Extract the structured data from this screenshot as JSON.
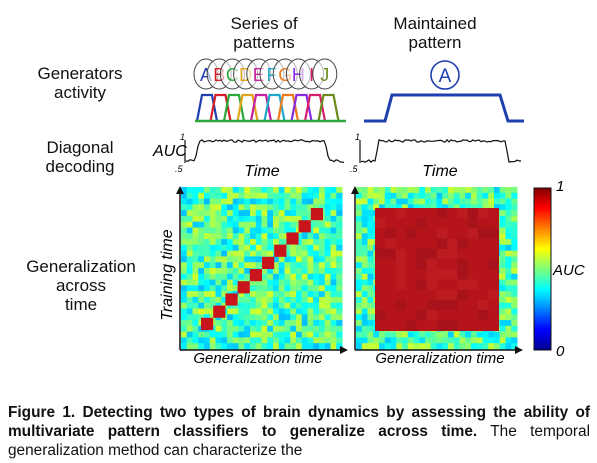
{
  "figure": {
    "row_labels": {
      "generators": [
        "Generators",
        "activity"
      ],
      "diagonal": [
        "Diagonal",
        "decoding"
      ],
      "generalization": [
        "Generalization",
        "across",
        "time"
      ]
    },
    "col_titles": {
      "left": [
        "Series of",
        "patterns"
      ],
      "right": [
        "Maintained",
        "pattern"
      ]
    },
    "pattern_letters": [
      "A",
      "B",
      "C",
      "D",
      "E",
      "F",
      "G",
      "H",
      "I",
      "J"
    ],
    "maintained_letter": "A",
    "pattern_colors": [
      "#1e3fb0",
      "#d61e2a",
      "#2aa83a",
      "#e0a51a",
      "#c81ea0",
      "#1ea9c8",
      "#ee7a1a",
      "#8a2be2",
      "#d81e6a",
      "#6a8a1a"
    ],
    "maintained_color": "#1e3fb0",
    "decoding": {
      "auc_label": "AUC",
      "top_tick": "1",
      "bottom_tick": ".5",
      "time_label": "Time"
    },
    "matrix": {
      "training_time_label": "Training time",
      "generalization_time_label": "Generalization time",
      "diagonal_color": "#c8141a",
      "square_color": "#b4141a"
    },
    "colorbar": {
      "top": "1",
      "bottom": "0",
      "label": "AUC"
    }
  },
  "caption": {
    "bold": "Figure 1. Detecting two types of brain dynamics by assessing the ability of multivariate pattern classifiers to generalize across time.",
    "text": " The temporal generalization method can characterize the"
  }
}
